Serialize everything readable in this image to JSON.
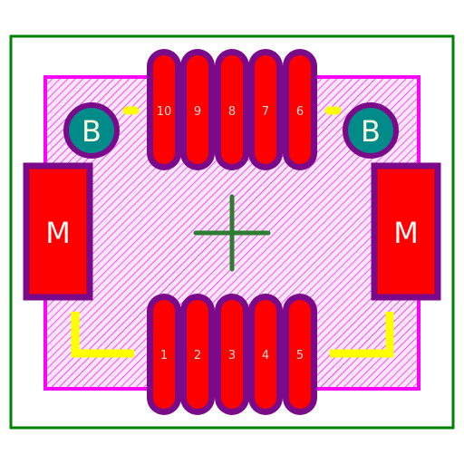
{
  "colors": {
    "background": "#ffffff",
    "courtyard": "#008000",
    "body_outline": "#ff00ff",
    "hatch": "#ff00ff",
    "hatch_bg": "#fbe6fb",
    "pad_fill": "#ff0000",
    "pad_outline": "#7a0a8a",
    "silk": "#ffff00",
    "bump_fill": "#008b8b",
    "bump_outline": "#7a0a8a",
    "label_text": "#ffffff",
    "bump_text": "#f5f5dc",
    "crosshair": "#2e7d32"
  },
  "pins_top": [
    {
      "label": "10"
    },
    {
      "label": "9"
    },
    {
      "label": "8"
    },
    {
      "label": "7"
    },
    {
      "label": "6"
    }
  ],
  "pins_bottom": [
    {
      "label": "1"
    },
    {
      "label": "2"
    },
    {
      "label": "3"
    },
    {
      "label": "4"
    },
    {
      "label": "5"
    }
  ],
  "mount_pads": [
    {
      "label": "M",
      "side": "left"
    },
    {
      "label": "M",
      "side": "right"
    }
  ],
  "bumps": [
    {
      "label": "B",
      "side": "left"
    },
    {
      "label": "B",
      "side": "right"
    }
  ]
}
